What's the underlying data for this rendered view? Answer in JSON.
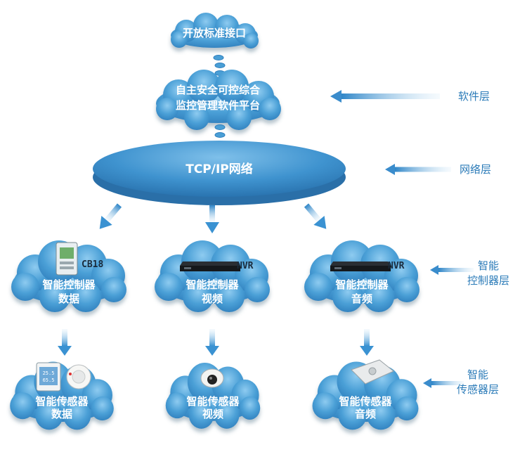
{
  "top": {
    "label": "开放标准接口"
  },
  "platform": {
    "line1": "自主安全可控综合",
    "line2": "监控管理软件平台"
  },
  "network": {
    "label": "TCP/IP网络"
  },
  "layers": {
    "software": "软件层",
    "network": "网络层",
    "controller_1": "智能",
    "controller_2": "控制器层",
    "sensor_1": "智能",
    "sensor_2": "传感器层"
  },
  "controllers": [
    {
      "device": "CB18",
      "line1": "智能控制器",
      "line2": "数据"
    },
    {
      "device": "NVR",
      "line1": "智能控制器",
      "line2": "视频"
    },
    {
      "device": "NVR",
      "line1": "智能控制器",
      "line2": "音频"
    }
  ],
  "sensors": [
    {
      "line1": "智能传感器",
      "line2": "数据",
      "screen": "25.5",
      "screen2": "65.5"
    },
    {
      "line1": "智能传感器",
      "line2": "视频"
    },
    {
      "line1": "智能传感器",
      "line2": "音频"
    }
  ],
  "colors": {
    "cloud": "#4a9fd6",
    "arrow": "#5aa8dc",
    "label": "#2b7bb8"
  }
}
